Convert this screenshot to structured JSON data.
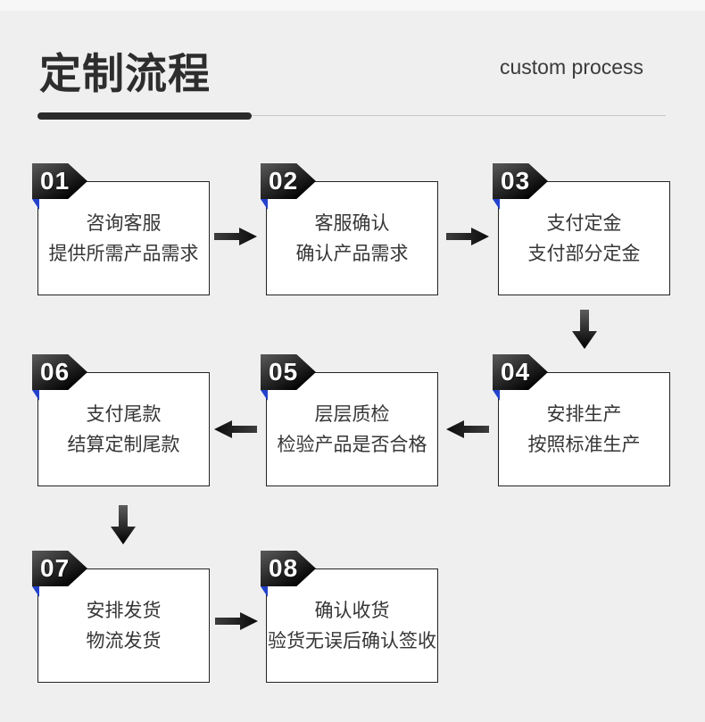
{
  "header": {
    "title": "定制流程",
    "subtitle": "custom process"
  },
  "colors": {
    "accent_blue": "#2342cc",
    "ink": "#2d2d2d",
    "box_border": "#232323",
    "bg": "#efefef"
  },
  "steps": [
    {
      "num": "01",
      "line1": "咨询客服",
      "line2": "提供所需产品需求"
    },
    {
      "num": "02",
      "line1": "客服确认",
      "line2": "确认产品需求"
    },
    {
      "num": "03",
      "line1": "支付定金",
      "line2": "支付部分定金"
    },
    {
      "num": "04",
      "line1": "安排生产",
      "line2": "按照标准生产"
    },
    {
      "num": "05",
      "line1": "层层质检",
      "line2": "检验产品是否合格"
    },
    {
      "num": "06",
      "line1": "支付尾款",
      "line2": "结算定制尾款"
    },
    {
      "num": "07",
      "line1": "安排发货",
      "line2": "物流发货"
    },
    {
      "num": "08",
      "line1": "确认收货",
      "line2": "验货无误后确认签收"
    }
  ],
  "flow": {
    "sequence": "01→02→03→04→05→06→07→08",
    "arrows": [
      {
        "from": "01",
        "to": "02",
        "direction": "right"
      },
      {
        "from": "02",
        "to": "03",
        "direction": "right"
      },
      {
        "from": "03",
        "to": "04",
        "direction": "down"
      },
      {
        "from": "04",
        "to": "05",
        "direction": "left"
      },
      {
        "from": "05",
        "to": "06",
        "direction": "left"
      },
      {
        "from": "06",
        "to": "07",
        "direction": "down"
      },
      {
        "from": "07",
        "to": "08",
        "direction": "right"
      }
    ]
  }
}
